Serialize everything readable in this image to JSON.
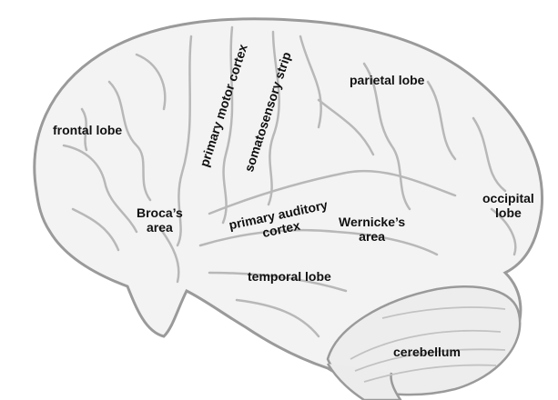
{
  "labels": {
    "frontal_lobe": "frontal lobe",
    "primary_motor_cortex": "primary motor cortex",
    "somatosensory_strip": "somatosensory strip",
    "parietal_lobe": "parietal lobe",
    "brocas_area": [
      "Broca’s",
      "area"
    ],
    "primary_auditory_cortex": [
      "primary auditory",
      "cortex"
    ],
    "wernickes_area": [
      "Wernicke’s",
      "area"
    ],
    "occipital_lobe": [
      "occipital",
      "lobe"
    ],
    "temporal_lobe": "temporal lobe",
    "cerebellum": "cerebellum"
  },
  "colors": {
    "outline": "#9a9a9a",
    "fill": "#f3f3f3",
    "folds": "#b8b8b8",
    "text": "#111111"
  }
}
